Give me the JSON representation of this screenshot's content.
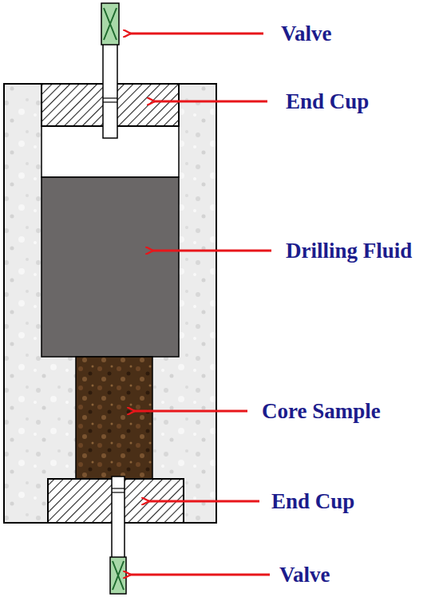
{
  "diagram": {
    "labels": [
      "Valve",
      "End Cup",
      "Drilling Fluid",
      "Core Sample",
      "End Cup",
      "Valve"
    ]
  }
}
